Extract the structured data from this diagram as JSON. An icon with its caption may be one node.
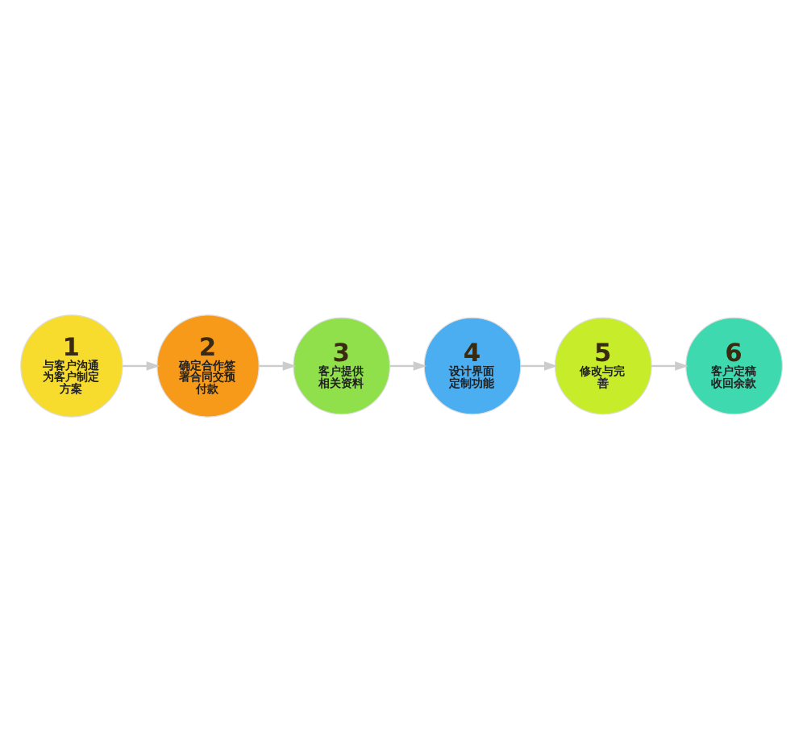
{
  "diagram": {
    "nodes": [
      {
        "text": [
          "1",
          "与客户沟通为客户制定方案"
        ]
      },
      {
        "text": [
          "2",
          "确定合作签署合同交预付款"
        ]
      },
      {
        "text": [
          "3",
          "客户提供相关资料"
        ]
      },
      {
        "text": [
          "4",
          "设计界面定制功能"
        ]
      },
      {
        "text": [
          "5",
          "修改与完善"
        ]
      },
      {
        "text": [
          "6",
          "客户定稿收回余款"
        ]
      }
    ],
    "edges": [
      {
        "from": 0,
        "to": 1,
        "arrow": "to"
      },
      {
        "from": 1,
        "to": 2,
        "arrow": "to"
      },
      {
        "from": 2,
        "to": 3,
        "arrow": "to"
      },
      {
        "from": 3,
        "to": 4,
        "arrow": "to"
      },
      {
        "from": 4,
        "to": 5,
        "arrow": "to"
      }
    ]
  }
}
